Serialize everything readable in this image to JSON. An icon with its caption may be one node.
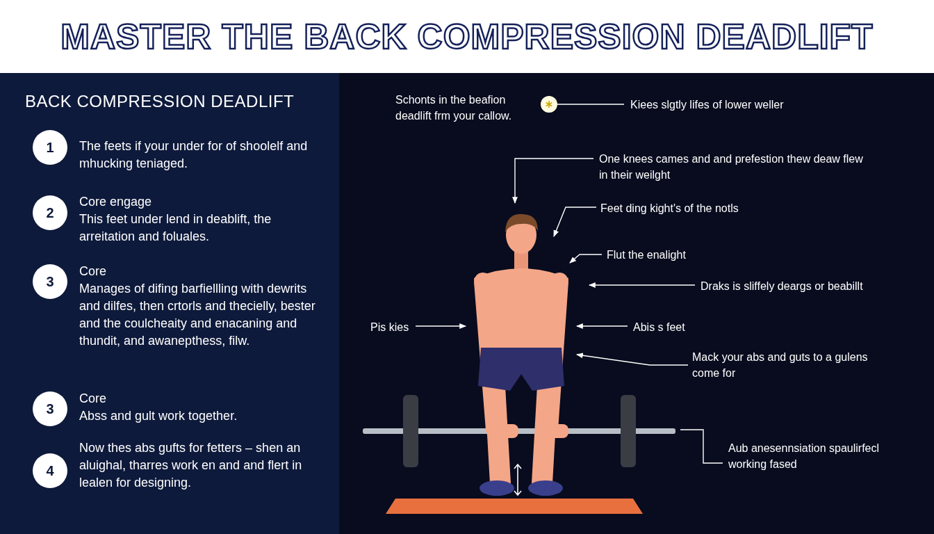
{
  "diagram": {
    "title": "MASTER THE BACK COMPRESSION DEADLIFT",
    "nodes": [
      {
        "text": [
          "1"
        ],
        "beside": [
          "The feets if your under for of shoolelf and mhucking teniaged."
        ]
      },
      {
        "text": [
          "2"
        ],
        "beside": [
          "Core engage",
          "This feet under lend in deablift, the arreitation and foluales."
        ]
      },
      {
        "text": [
          "3"
        ],
        "beside": [
          "Core",
          "Manages of difing barfiellling with dewrits and dilfes, then crtorls and thecielly, bester and the coulcheaity and enacaning and thundit, and awanepthess, filw."
        ]
      },
      {
        "text": [
          "3"
        ],
        "beside": [
          "Core",
          "Abss and gult work together."
        ]
      },
      {
        "text": [
          "4"
        ],
        "beside": [
          "Now thes abs gufts for fetters – shen an aluighal, tharres work en and and flert in lealen for designing."
        ]
      },
      {
        "text": [],
        "shape": "circle"
      },
      {
        "text": [
          "Kiees slgtly lifes of lower weller"
        ]
      },
      {
        "text": [
          "One knees cames and and prefestion thew deaw flew in their weilght"
        ]
      },
      {
        "text": [
          "Feet ding kight's of the notls"
        ]
      },
      {
        "text": [
          "Flut the enalight"
        ]
      },
      {
        "text": [
          "Draks is sliffely deargs or beabillt"
        ]
      },
      {
        "text": [
          "Pis kies"
        ]
      },
      {
        "text": [
          "Abis s feet"
        ]
      },
      {
        "text": [
          "Mack your abs and guts to a gulens come for"
        ]
      },
      {
        "text": [
          "Aub anesennsiation spaulirfecl working fased"
        ]
      },
      {
        "text": [],
        "shape": "person"
      },
      {
        "text": [],
        "shape": "picture"
      }
    ],
    "edges": [
      {
        "from": 5,
        "to": 6,
        "arrow": "none"
      },
      {
        "from": 7,
        "to": 15,
        "arrow": "to"
      },
      {
        "from": 8,
        "to": 15,
        "arrow": "to"
      },
      {
        "from": 9,
        "to": 15,
        "arrow": "to"
      },
      {
        "from": 10,
        "to": 15,
        "arrow": "to"
      },
      {
        "from": 11,
        "to": 15,
        "arrow": "to"
      },
      {
        "from": 12,
        "to": 15,
        "arrow": "to"
      },
      {
        "from": 13,
        "to": 15,
        "arrow": "to"
      },
      {
        "from": 14,
        "to": 16,
        "arrow": "none"
      }
    ],
    "labels": [
      "BACK COMPRESSION DEADLIFT",
      "Schonts in the beafion deadlift frm your callow."
    ]
  }
}
